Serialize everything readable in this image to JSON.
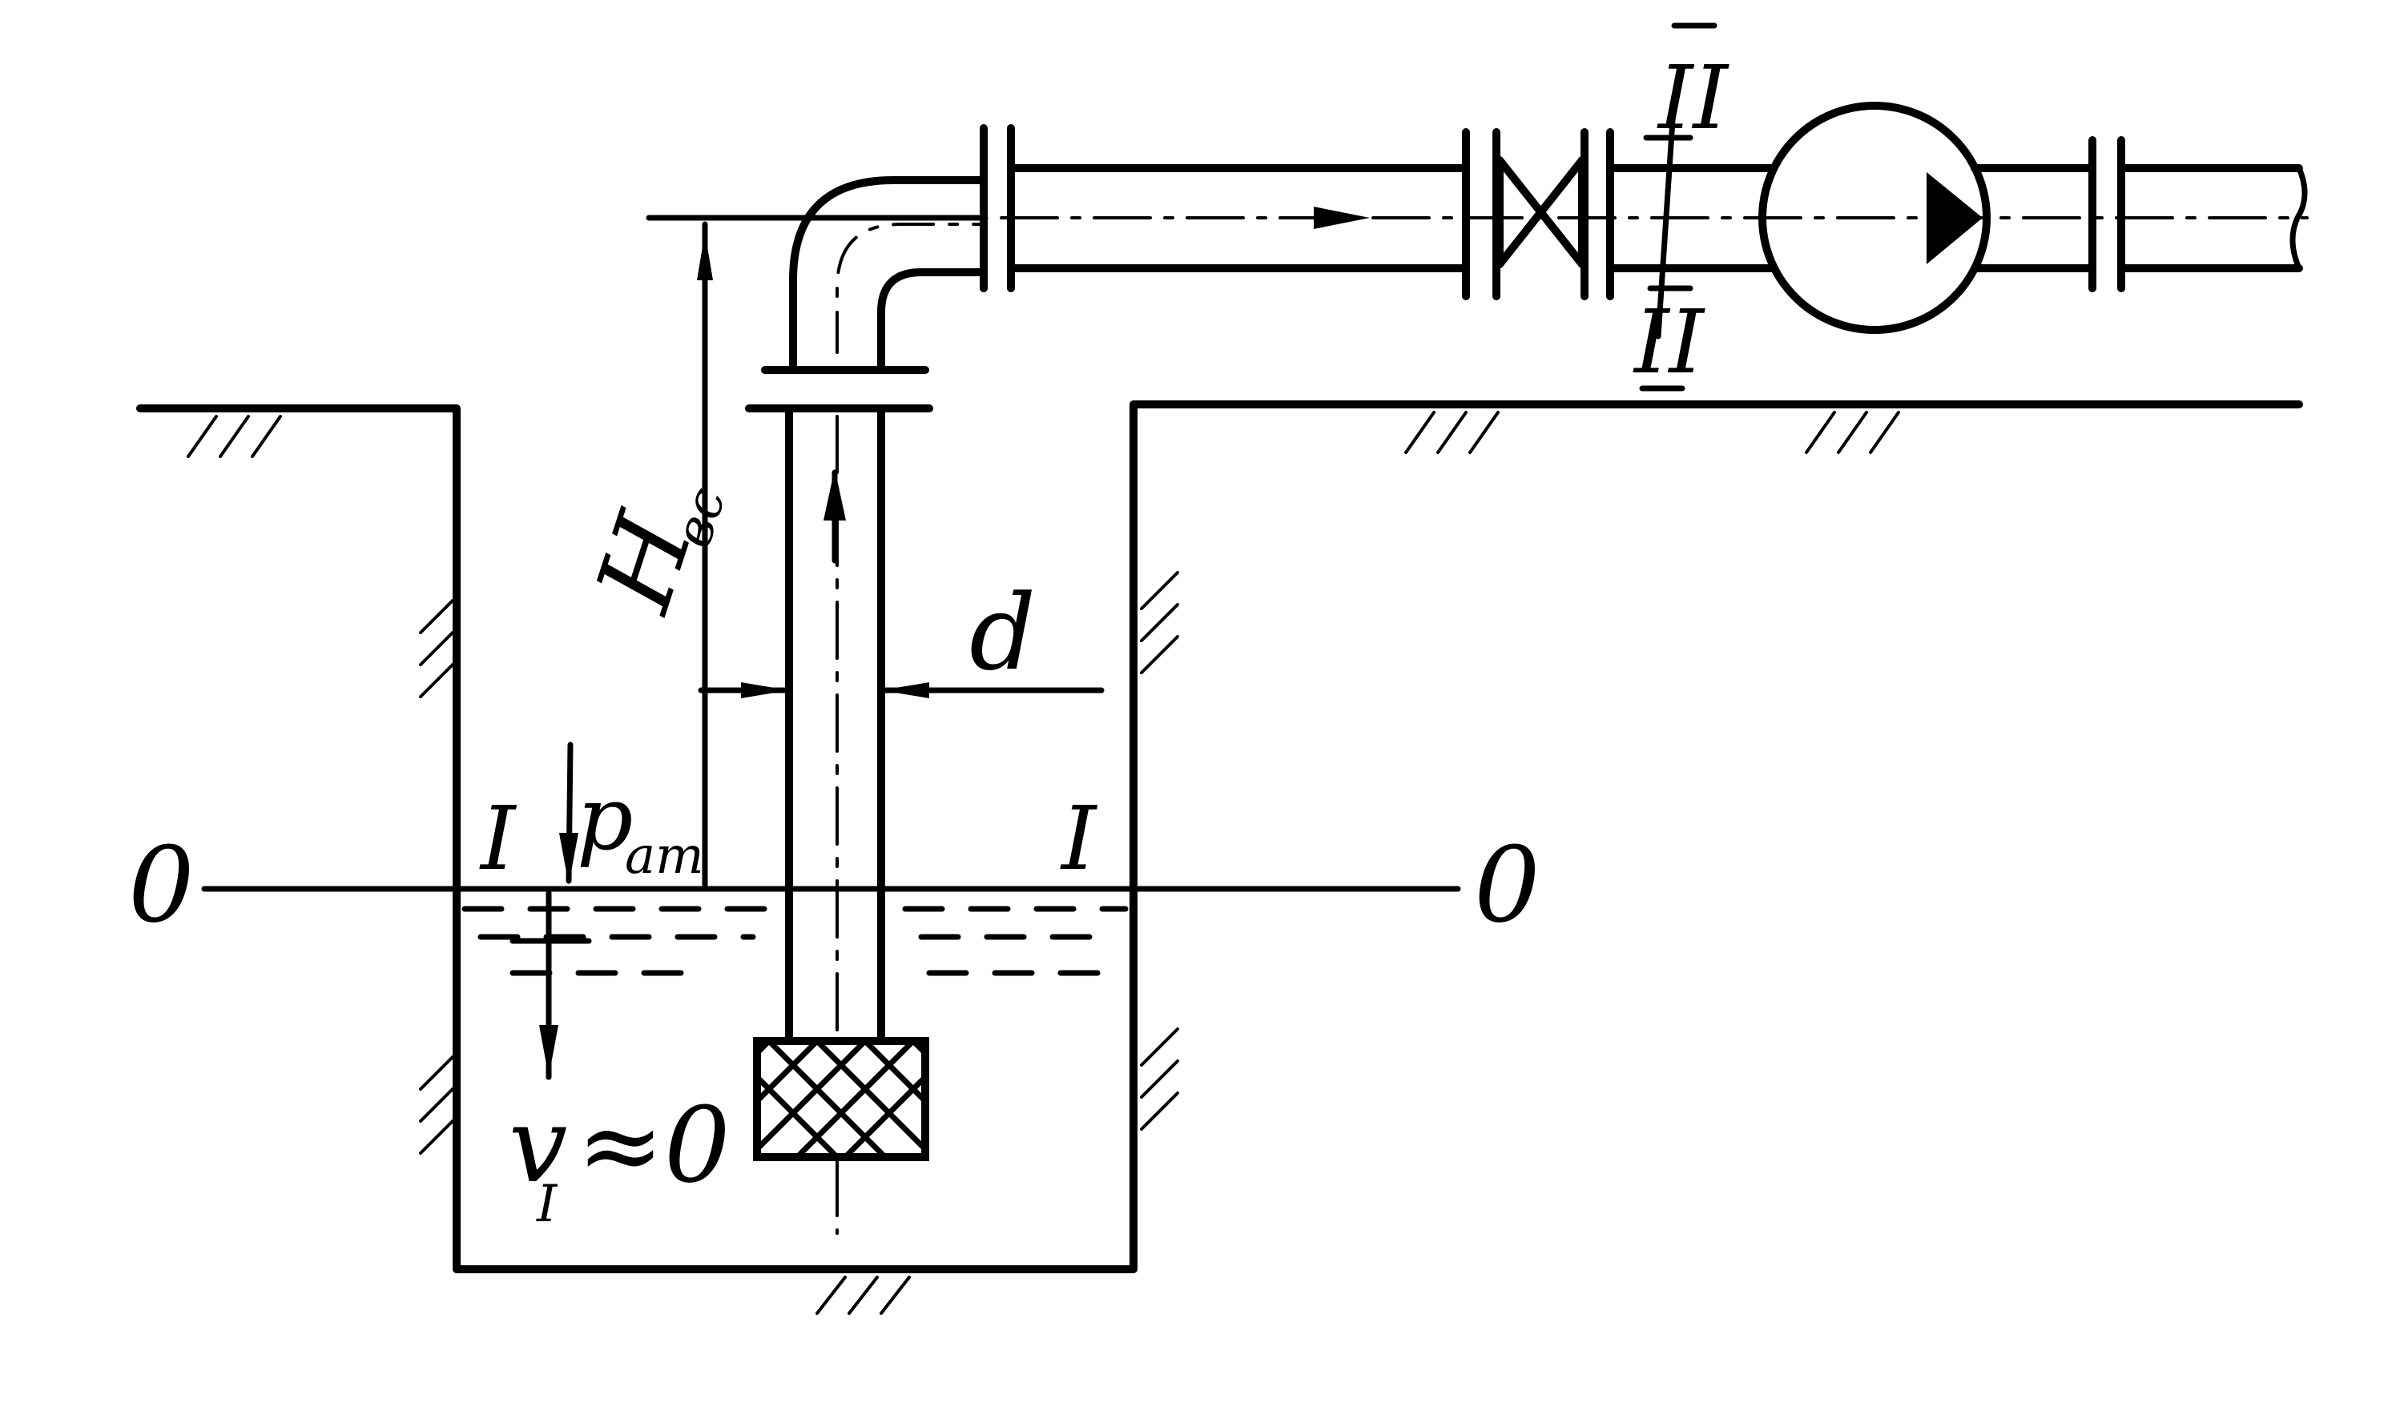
{
  "labels": {
    "datum_left": "0",
    "datum_right": "0",
    "section_1_left": "I",
    "section_1_right": "I",
    "section_2_top": "II",
    "section_2_bottom": "II",
    "pressure": "p",
    "pressure_subscript": "ат",
    "suction_height": "H",
    "suction_height_subscript": "вс",
    "diameter": "d",
    "velocity": "v",
    "velocity_subscript": "I",
    "velocity_relation": "≈0"
  }
}
